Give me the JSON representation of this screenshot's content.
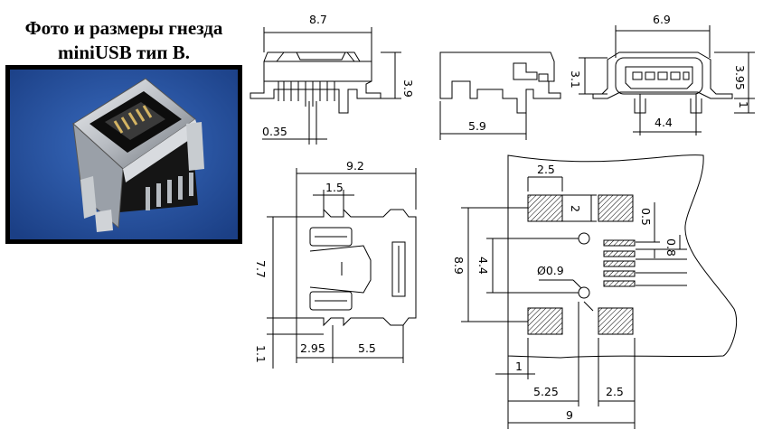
{
  "title": {
    "line1": "Фото и размеры гнезда",
    "line2": "miniUSB тип B."
  },
  "dimensions": {
    "front_width": "8.7",
    "front_height": "3.9",
    "front_pin": "0.35",
    "side_length": "5.9",
    "back_width": "6.9",
    "back_height": "3.1",
    "back_total_height": "3.95",
    "back_pin_offset": "1",
    "back_pin_span": "4.4",
    "top_length": "9.2",
    "top_small": "1.5",
    "top_width": "7.7",
    "top_tab": "1.1",
    "top_dim_a": "2.95",
    "top_dim_b": "5.5",
    "pcb_pad_width": "2.5",
    "pcb_pad_height": "2",
    "pcb_pin_width": "0.5",
    "pcb_pin_pitch": "0.8",
    "pcb_outer_span": "8.9",
    "pcb_hole_span": "4.4",
    "pcb_hole_diameter": "Ø0.9",
    "pcb_dim_1": "1",
    "pcb_dim_525": "5.25",
    "pcb_dim_25b": "2.5",
    "pcb_dim_9": "9"
  },
  "colors": {
    "photo_bg": "#24519c",
    "metal": "#c8ccd0",
    "pad_hatch": "#000000"
  }
}
